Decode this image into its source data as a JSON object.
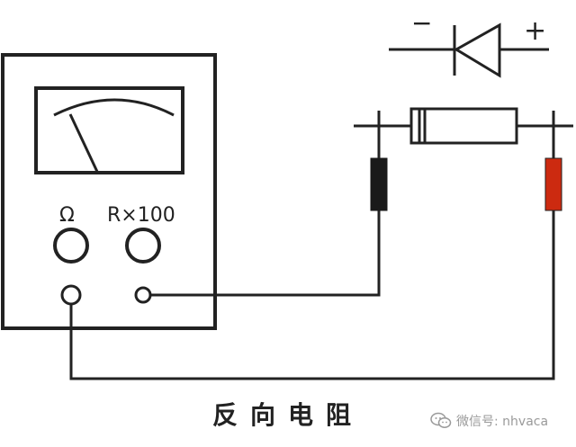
{
  "diagram": {
    "minus_label": "−",
    "plus_label": "+",
    "ohm_label": "Ω",
    "range_label": "R×100"
  },
  "caption": "反向电阻",
  "watermark": {
    "icon": "wechat-icon",
    "text": "微信号: nhvaca"
  },
  "colors": {
    "line": "#222222",
    "probe_black": "#1a1a1a",
    "probe_red": "#cc2a10"
  }
}
